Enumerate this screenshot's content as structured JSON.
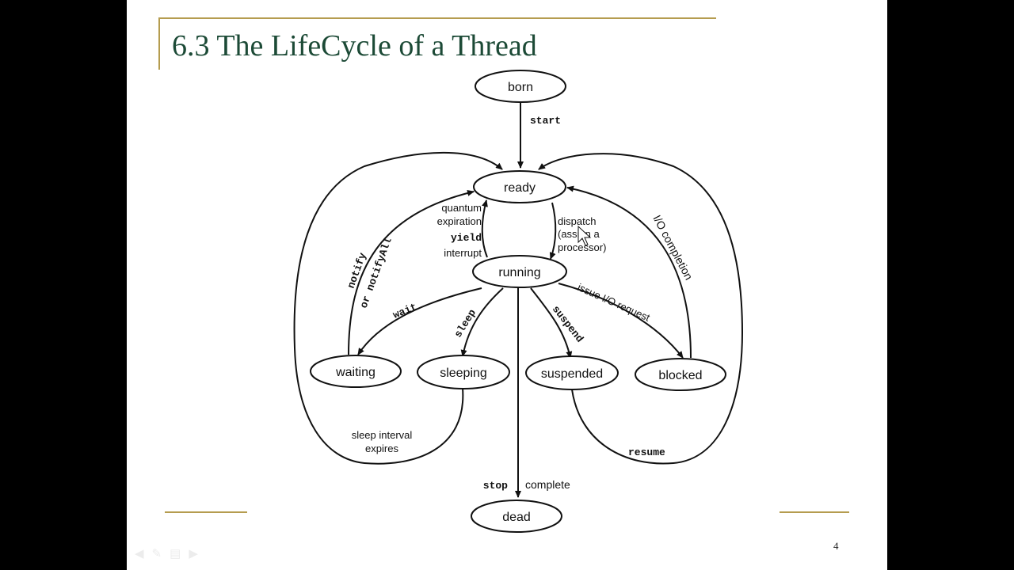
{
  "slide": {
    "title": "6.3 The LifeCycle of a Thread",
    "page_number": "4",
    "nav_icons": [
      "previous-slide-icon",
      "pen-icon",
      "menu-icon",
      "next-slide-icon"
    ]
  },
  "diagram": {
    "states": {
      "born": "born",
      "ready": "ready",
      "running": "running",
      "waiting": "waiting",
      "sleeping": "sleeping",
      "suspended": "suspended",
      "blocked": "blocked",
      "dead": "dead"
    },
    "labels": {
      "start": "start",
      "quantum_1": "quantum",
      "quantum_2": "expiration",
      "yield": "yield",
      "interrupt": "interrupt",
      "dispatch_1": "dispatch",
      "dispatch_2": "(assign a",
      "dispatch_3": "processor)",
      "io_completion": "I/O completion",
      "notify": "notify",
      "notify_all": "or notifyAll",
      "wait": "wait",
      "sleep": "sleep",
      "suspend": "suspend",
      "issue_io": "issue I/O request",
      "sleep_interval_1": "sleep interval",
      "sleep_interval_2": "expires",
      "resume": "resume",
      "stop": "stop",
      "complete": "complete"
    }
  }
}
